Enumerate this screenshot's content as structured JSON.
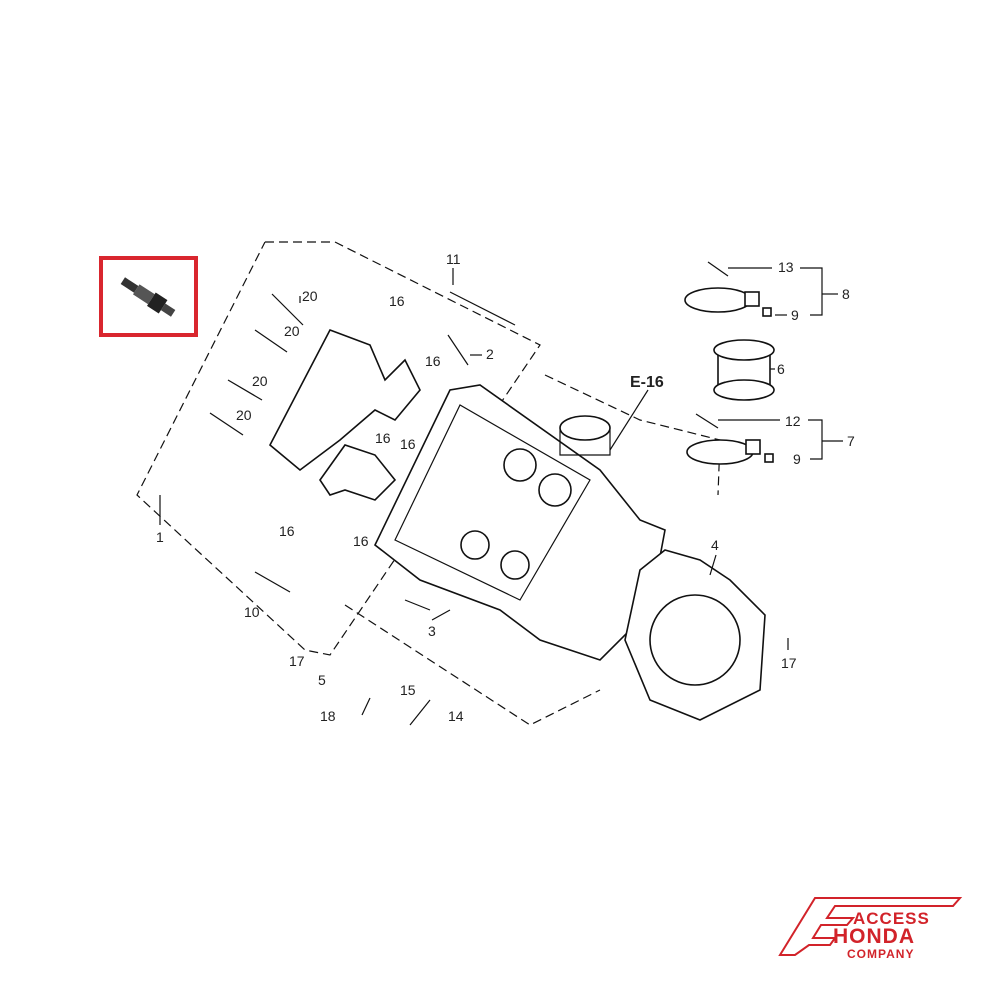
{
  "diagram": {
    "highlight_color": "#d9262e",
    "highlight_part": "spark-plug",
    "reference_label": "E-16",
    "callouts": [
      "13",
      "8",
      "9",
      "6",
      "12",
      "7",
      "9",
      "11",
      "20",
      "20",
      "20",
      "20",
      "16",
      "2",
      "16",
      "16",
      "16",
      "16",
      "16",
      "1",
      "4",
      "10",
      "3",
      "17",
      "5",
      "17",
      "15",
      "18",
      "14"
    ]
  },
  "logo": {
    "line1": "ACCESS",
    "line2": "HONDA",
    "line3": "COMPANY",
    "color": "#d2232a"
  }
}
